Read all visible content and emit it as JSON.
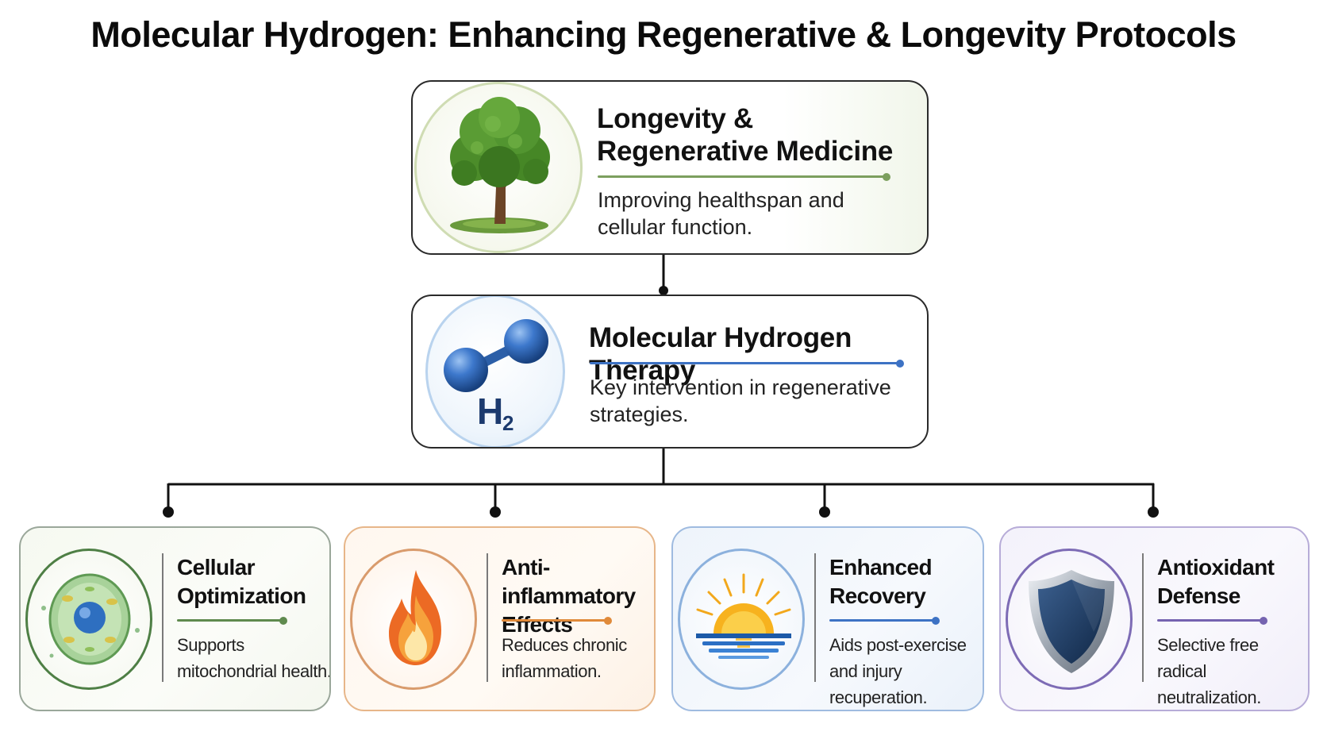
{
  "title": "Molecular Hydrogen: Enhancing Regenerative & Longevity Protocols",
  "top": {
    "heading": "Longevity & Regenerative Medicine",
    "heading_line1": "Longevity &",
    "heading_line2": "Regenerative Medicine",
    "description": "Improving healthspan and cellular function.",
    "icon": "tree-icon",
    "accent": "#7c9f5e"
  },
  "middle": {
    "heading": "Molecular Hydrogen Therapy",
    "description": "Key intervention in regenerative strategies.",
    "icon": "h2-molecule-icon",
    "icon_label": "H",
    "icon_subscript": "2",
    "accent": "#3d72c4"
  },
  "branches": [
    {
      "heading": "Cellular Optimization",
      "description": "Supports mitochondrial health.",
      "icon": "cell-icon",
      "accent": "#5f8a4e"
    },
    {
      "heading": "Anti-inflammatory Effects",
      "description": "Reduces chronic inflammation.",
      "icon": "flame-icon",
      "accent": "#e08a3a"
    },
    {
      "heading": "Enhanced Recovery",
      "description": "Aids post-exercise and injury recuperation.",
      "icon": "sunrise-icon",
      "accent": "#3d72c4"
    },
    {
      "heading": "Antioxidant Defense",
      "description": "Selective free radical neutralization.",
      "icon": "shield-icon",
      "accent": "#7563b0"
    }
  ]
}
